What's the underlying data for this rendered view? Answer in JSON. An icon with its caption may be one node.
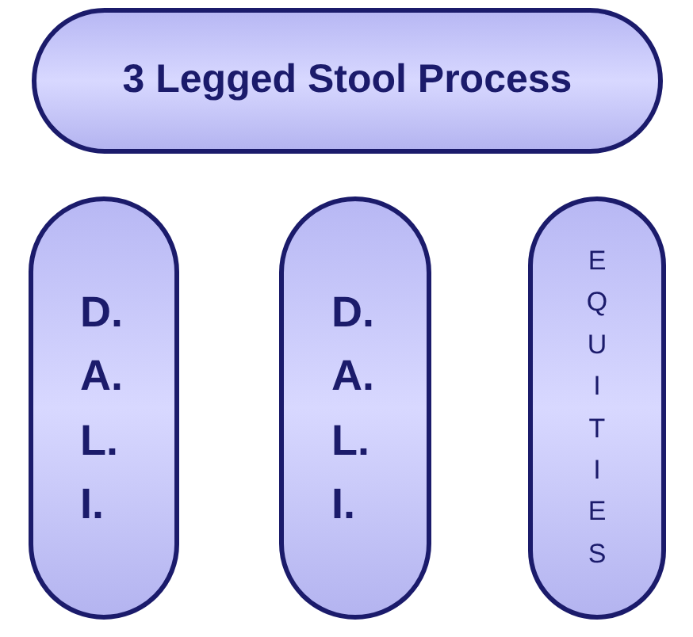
{
  "diagram": {
    "nodes": [
      {
        "text": [
          "3 Legged Stool Process"
        ]
      },
      {
        "text": [
          "D. A. L. I."
        ]
      },
      {
        "text": [
          "D. A. L. I."
        ]
      },
      {
        "text": [
          "EQUITIES"
        ]
      }
    ]
  }
}
